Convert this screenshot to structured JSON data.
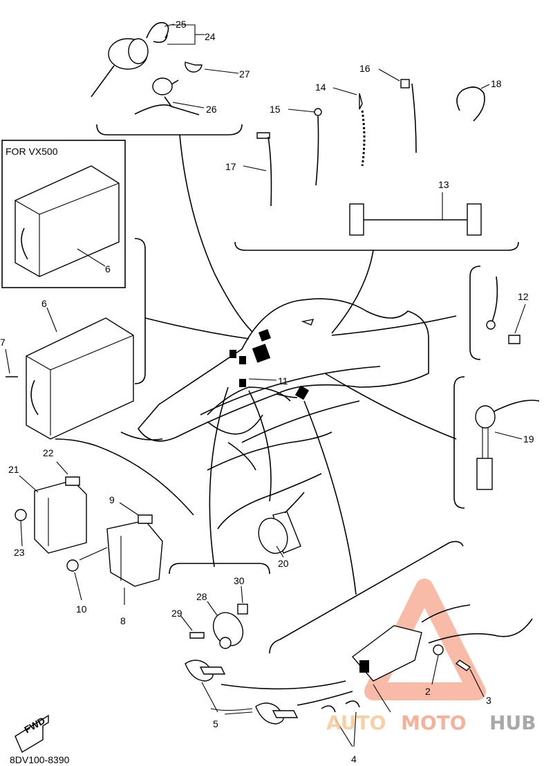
{
  "diagram": {
    "box_title": "FOR VX500",
    "footer_code": "8DV100-8390",
    "fwd_label": "FWD",
    "parts": {
      "p2": "2",
      "p3": "3",
      "p4": "4",
      "p5": "5",
      "p6_box": "6",
      "p6": "6",
      "p7": "7",
      "p8": "8",
      "p9": "9",
      "p10": "10",
      "p11": "11",
      "p12": "12",
      "p13": "13",
      "p14": "14",
      "p15": "15",
      "p16": "16",
      "p17": "17",
      "p18": "18",
      "p19": "19",
      "p20": "20",
      "p21": "21",
      "p22": "22",
      "p23": "23",
      "p24": "24",
      "p25": "25",
      "p26": "26",
      "p27": "27",
      "p28": "28",
      "p29": "29",
      "p30": "30"
    }
  },
  "watermark": {
    "part1": "AUTO",
    "part2": "MOTO",
    "part3": "HUB",
    "color_primary": "#f4a48a",
    "color_secondary": "#f7c896",
    "color_tertiary": "#9a9a9a"
  }
}
